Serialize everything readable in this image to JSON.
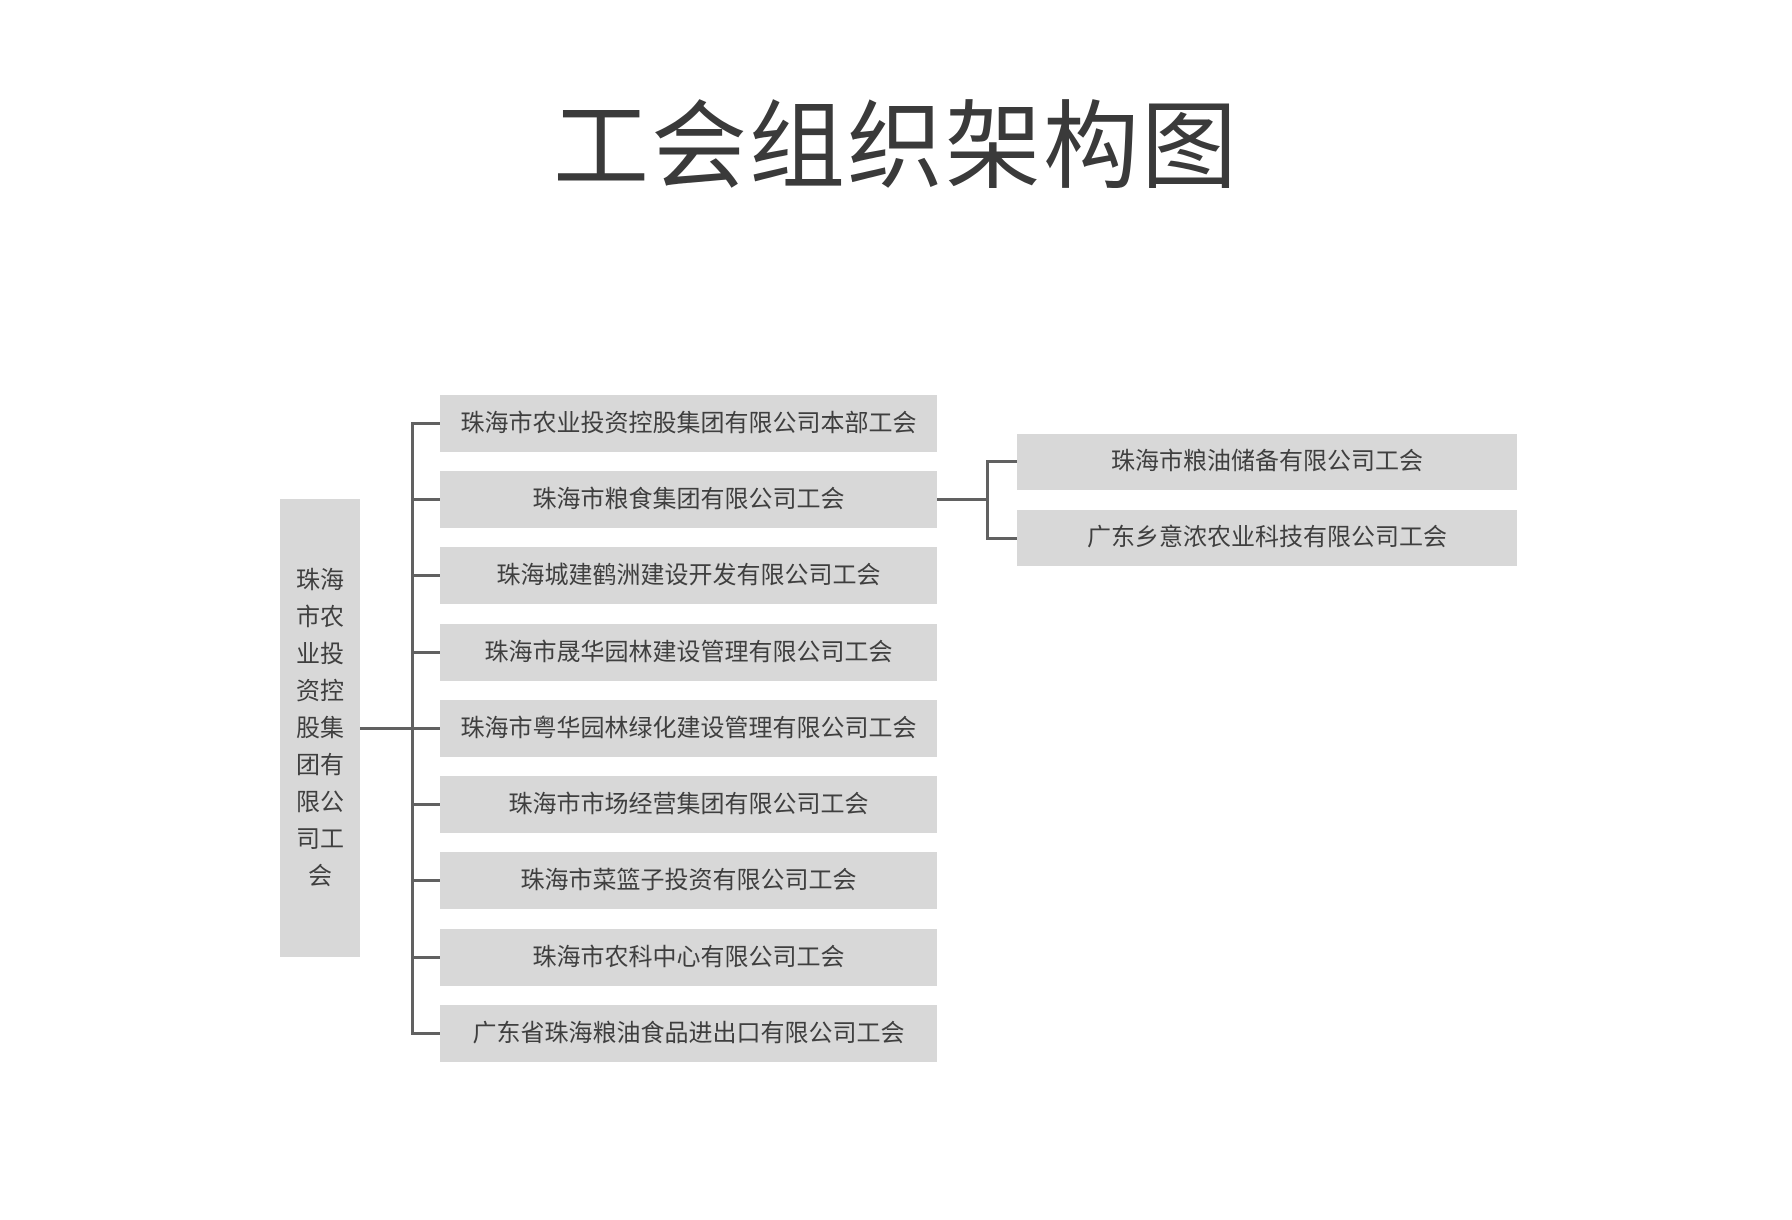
{
  "title": "工会组织架构图",
  "colors": {
    "background": "#ffffff",
    "node_fill": "#d8d8d8",
    "connector_line": "#616161",
    "node_text": "#3f3f3f",
    "title_text": "#3a3a3a"
  },
  "org_chart": {
    "root": {
      "label": "珠海市农业投资控股集团有限公司工会"
    },
    "children": [
      {
        "label": "珠海市农业投资控股集团有限公司本部工会"
      },
      {
        "label": "珠海市粮食集团有限公司工会",
        "children": [
          {
            "label": "珠海市粮油储备有限公司工会"
          },
          {
            "label": "广东乡意浓农业科技有限公司工会"
          }
        ]
      },
      {
        "label": "珠海城建鹤洲建设开发有限公司工会"
      },
      {
        "label": "珠海市晟华园林建设管理有限公司工会"
      },
      {
        "label": "珠海市粤华园林绿化建设管理有限公司工会"
      },
      {
        "label": "珠海市市场经营集团有限公司工会"
      },
      {
        "label": "珠海市菜篮子投资有限公司工会"
      },
      {
        "label": "珠海市农科中心有限公司工会"
      },
      {
        "label": "广东省珠海粮油食品进出口有限公司工会"
      }
    ]
  }
}
